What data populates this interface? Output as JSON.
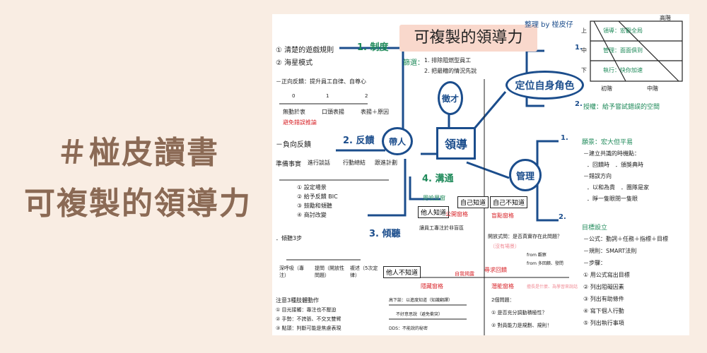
{
  "hero": {
    "line1": "＃椪皮讀書",
    "line2": "可複製的領導力"
  },
  "mindmap": {
    "title": "可複製的領導力",
    "author": "整理 by 椪皮仔",
    "center": "領導",
    "nodes": {
      "recruit": "徵才",
      "lead": "帶人",
      "role": "定位自身角色",
      "manage": "管理"
    },
    "recruit_notes": {
      "label": "篩選：",
      "items": [
        "1. 排除阻燃型員工",
        "2. 把最糟的情況先說"
      ]
    },
    "role_table": {
      "top": "高階",
      "rows": [
        {
          "level": "上",
          "text": "領導：宏觀全局"
        },
        {
          "level": "中",
          "text": "管理：面面俱到"
        },
        {
          "level": "下",
          "text": "執行：快你加速"
        }
      ],
      "bottom": [
        "初階",
        "中階"
      ]
    },
    "role_branches": {
      "b1": "1.",
      "b2": "2.",
      "b2_text": "授權：給予嘗試錯誤的空間"
    },
    "lead_branches": [
      {
        "label": "1. 制度",
        "items": [
          "① 清楚的遊戲規則",
          "② 海星模式"
        ]
      },
      {
        "label": "2. 反饋",
        "items": [
          "－正向反饋：提升員工自律、自尊心",
          "－負向反饋"
        ],
        "scale": [
          "0",
          "1",
          "2"
        ],
        "scale_labels": [
          "無動於衷",
          "口頭表揚",
          "表揚＋原因"
        ],
        "warning": "避免錯誤推論",
        "steps": [
          "準備事實",
          "進行談話",
          "行動總結",
          "跟進計劃"
        ],
        "substeps": [
          "① 設定場景",
          "② 給予反饋 BIC",
          "③ 鼓勵和傾聽",
          "④ 商討改變"
        ]
      },
      {
        "label": "3. 傾聽",
        "items": [
          "．傾聽3步",
          "注意3種肢體動作",
          "① 目光接觸：專注也不壓迫",
          "② 手勢：不誇張、不交叉雙臂",
          "③ 點頭：判斷可能是焦慮表現"
        ],
        "scale_labels": [
          "深呼吸（專注）",
          "提問（開放性問題）",
          "複述（5次定律）"
        ]
      },
      {
        "label": "4. 溝通",
        "items": [
          "周哈里窗",
          "自己知道",
          "自己不知道",
          "他人知道",
          "公開窗格",
          "盲點窗格",
          "讓員工專注於非盲區",
          "他人不知道",
          "隱藏窗格",
          "潛能窗格",
          "自我揭露",
          "尋求回饋",
          "高下談：以進度知道（知識翻譯）",
          "不好意思說（避免衝突）",
          "DDS：不能說的秘密",
          "開放式問：是否真實存在此問題？",
          "（沒有場景）",
          "from 觀察",
          "from 多回饋、發問",
          "擅長是什麼、為學習來說話",
          "2個問題：",
          "① 是否充分調動積極性？",
          "② 對員能力是規劃、規則！"
        ]
      }
    ],
    "manage_branches": [
      {
        "label": "1.",
        "title": "願景：宏大但平易",
        "items": [
          "－建立共識的時機點：",
          "．回饋時　．頒獎典時",
          "－錯誤方向",
          "．以和為貴　．團隊是家",
          "．睜一隻眼閉一隻眼"
        ]
      },
      {
        "label": "2.",
        "title": "目標設立",
        "items": [
          "－公式：動詞＋任務＋指標＋目標",
          "－規則：SMART法則",
          "－步驟：",
          "① 用公式寫出目標",
          "② 列出阻礙因素",
          "③ 列出有助條件",
          "④ 寫下個人行動",
          "⑤ 列出執行事項"
        ]
      }
    ]
  }
}
